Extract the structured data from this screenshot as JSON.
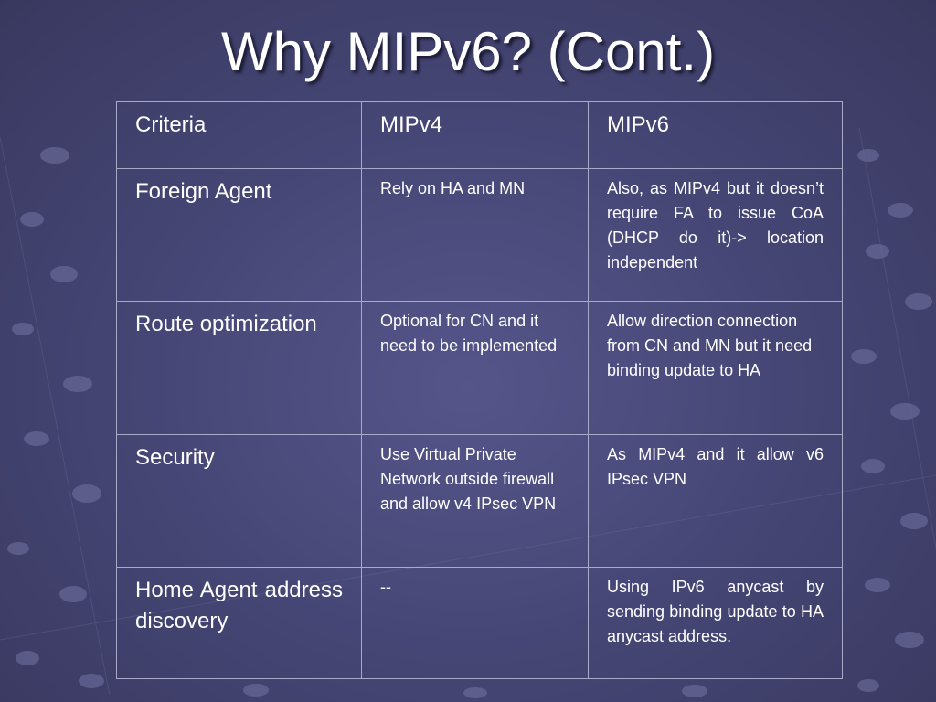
{
  "slide": {
    "title": "Why MIPv6? (Cont.)"
  },
  "table": {
    "headers": [
      "Criteria",
      "MIPv4",
      "MIPv6"
    ],
    "rows": [
      {
        "criteria": "Foreign Agent",
        "mipv4": "Rely on HA and MN",
        "mipv6": "Also, as MIPv4 but it doesn’t require FA to issue CoA (DHCP do it)-> location independent"
      },
      {
        "criteria": "Route optimization",
        "mipv4": "Optional for CN and it need to be implemented",
        "mipv6": "Allow direction connection from CN and MN but it need binding update to HA"
      },
      {
        "criteria": "Security",
        "mipv4": "Use Virtual Private Network outside firewall and allow v4 IPsec VPN",
        "mipv6": "As MIPv4 and it allow v6 IPsec VPN"
      },
      {
        "criteria": "Home Agent address discovery",
        "mipv4": "--",
        "mipv6": "Using IPv6 anycast by sending binding update to HA anycast address."
      }
    ]
  }
}
